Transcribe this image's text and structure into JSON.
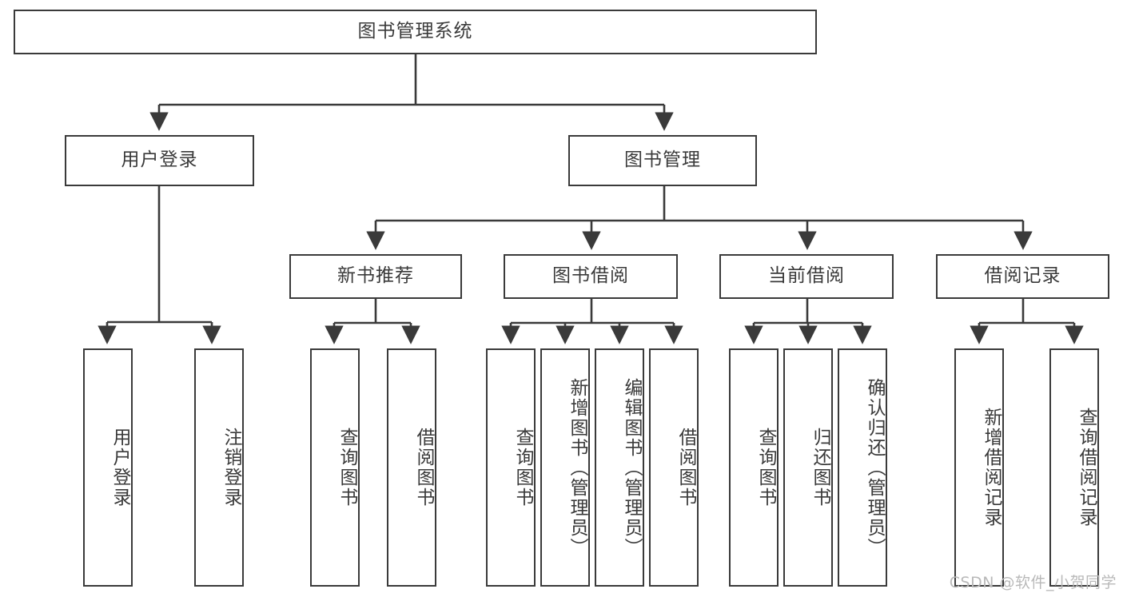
{
  "diagram": {
    "title": "图书管理系统",
    "type": "hierarchy-tree",
    "root": {
      "label": "图书管理系统"
    },
    "level2": [
      {
        "label": "用户登录"
      },
      {
        "label": "图书管理"
      }
    ],
    "level3": [
      {
        "label": "新书推荐"
      },
      {
        "label": "图书借阅"
      },
      {
        "label": "当前借阅"
      },
      {
        "label": "借阅记录"
      }
    ],
    "leaves": {
      "user_login": [
        {
          "label": "用户登录"
        },
        {
          "label": "注销登录"
        }
      ],
      "new_book_recommend": [
        {
          "label": "查询图书"
        },
        {
          "label": "借阅图书"
        }
      ],
      "book_borrow": [
        {
          "label": "查询图书"
        },
        {
          "label": "新增图书（管理员）"
        },
        {
          "label": "编辑图书（管理员）"
        },
        {
          "label": "借阅图书"
        }
      ],
      "current_borrow": [
        {
          "label": "查询图书"
        },
        {
          "label": "归还图书"
        },
        {
          "label": "确认归还（管理员）"
        }
      ],
      "borrow_record": [
        {
          "label": "新增借阅记录"
        },
        {
          "label": "查询借阅记录"
        }
      ]
    }
  },
  "watermark": {
    "text": "CSDN @软件_小贺同学"
  },
  "colors": {
    "stroke": "#3a3a3a",
    "background": "#ffffff",
    "text": "#3a3a3a",
    "watermark": "#b9b9b9"
  }
}
